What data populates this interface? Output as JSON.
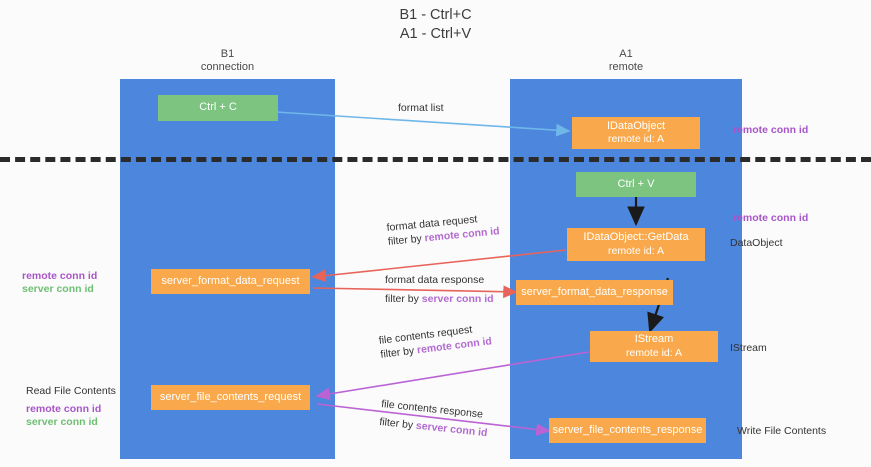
{
  "diagram": {
    "title_line1": "B1 - Ctrl+C",
    "title_line2": "A1 - Ctrl+V",
    "lanes": [
      {
        "id": "b1",
        "name_line1": "B1",
        "name_line2": "connection",
        "color": "#4d86dd"
      },
      {
        "id": "a1",
        "name_line1": "A1",
        "name_line2": "remote",
        "color": "#4d86dd"
      }
    ],
    "colors": {
      "lane": "#4d86dd",
      "green_node": "#7cc47f",
      "orange_node": "#f9a94c",
      "remote_conn_id": "#b36ad1",
      "server_conn_id": "#6fbf73",
      "arrow_blue": "#6fb7e8",
      "arrow_red": "#e8645a",
      "arrow_purple": "#bb63d4",
      "arrow_black": "#1a1a1a",
      "divider": "#2b2b2b"
    },
    "nodes": {
      "ctrl_c": {
        "label": "Ctrl + C"
      },
      "idataobject": {
        "line1": "IDataObject",
        "line2": "remote id: A"
      },
      "ctrl_v": {
        "label": "Ctrl + V"
      },
      "getdata": {
        "line1": "IDataObject::GetData",
        "line2": "remote id: A"
      },
      "server_format_data_request": {
        "label": "server_format_data_request"
      },
      "server_format_data_response": {
        "label": "server_format_data_response"
      },
      "istream": {
        "line1": "IStream",
        "line2": "remote id: A"
      },
      "server_file_contents_request": {
        "label": "server_file_contents_request"
      },
      "server_file_contents_response": {
        "label": "server_file_contents_response"
      }
    },
    "edge_labels": {
      "format_list": "format list",
      "format_data_request": "format data request",
      "format_data_request_filter_prefix": "filter by ",
      "format_data_request_filter_key": "remote conn id",
      "format_data_response": "format data response",
      "format_data_response_filter_prefix": "filter by ",
      "format_data_response_filter_key": "server conn id",
      "file_contents_request": "file contents request",
      "file_contents_request_filter_prefix": "filter by ",
      "file_contents_request_filter_key": "remote conn id",
      "file_contents_response": "file contents response",
      "file_contents_response_filter_prefix": "filter by ",
      "file_contents_response_filter_key": "server conn id"
    },
    "side_labels": {
      "right_remote_conn_id_top": "remote conn id",
      "right_remote_conn_id_mid": "remote conn id",
      "right_dataobject": "DataObject",
      "right_istream": "IStream",
      "right_write_file_contents": "Write File Contents",
      "left_remote_conn_id_mid": "remote conn id",
      "left_server_conn_id_mid": "server conn id",
      "left_read_file_contents": "Read File Contents",
      "left_remote_conn_id_bottom": "remote conn id",
      "left_server_conn_id_bottom": "server conn id"
    }
  }
}
